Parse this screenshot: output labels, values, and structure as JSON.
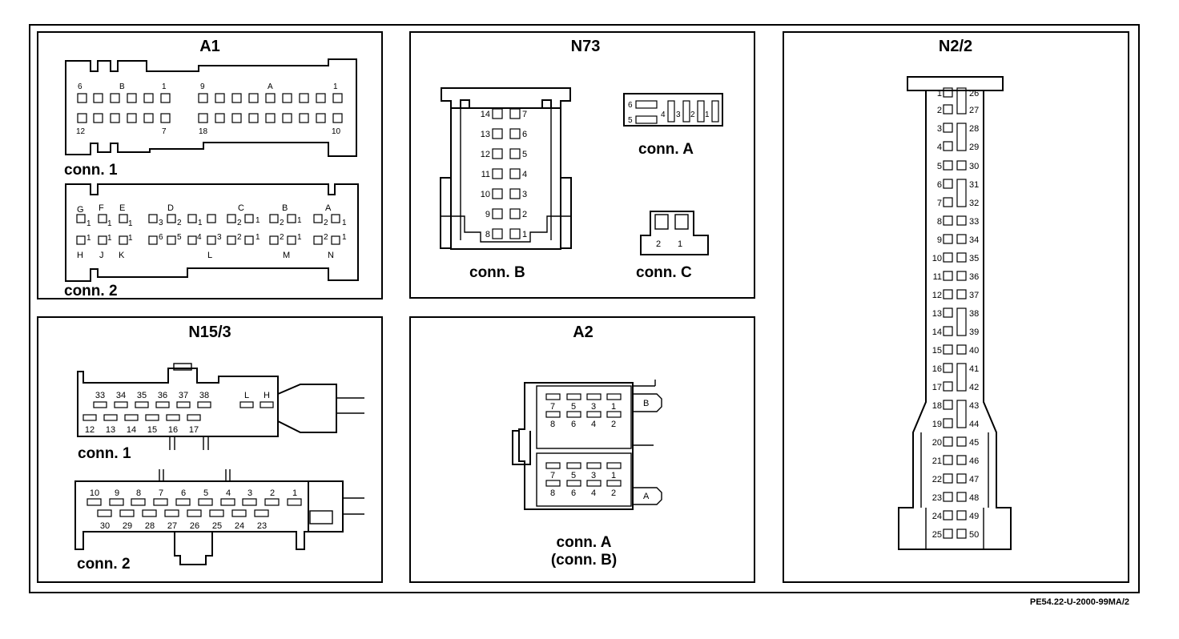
{
  "reference": "PE54.22-U-2000-99MA/2",
  "panels": {
    "a1": {
      "title": "A1",
      "conn1": "conn. 1",
      "conn2": "conn. 2",
      "c1_top": [
        "6",
        "B",
        "1",
        "9",
        "A",
        "1"
      ],
      "c1_bot": [
        "12",
        "7",
        "18",
        "10"
      ],
      "c2_top": [
        "G",
        "F",
        "E",
        "D",
        "C",
        "B",
        "A"
      ],
      "c2_bot": [
        "H",
        "J",
        "K",
        "L",
        "M",
        "N"
      ]
    },
    "n73": {
      "title": "N73",
      "connA": "conn. A",
      "connB": "conn. B",
      "connC": "conn. C",
      "b_left": [
        "14",
        "13",
        "12",
        "11",
        "10",
        "9",
        "8"
      ],
      "b_right": [
        "7",
        "6",
        "5",
        "4",
        "3",
        "2",
        "1"
      ],
      "a_pins": [
        "6",
        "5",
        "4",
        "3",
        "2",
        "1"
      ],
      "c_pins": [
        "2",
        "1"
      ]
    },
    "n2": {
      "title": "N2/2",
      "left": [
        "1",
        "2",
        "3",
        "4",
        "5",
        "6",
        "7",
        "8",
        "9",
        "10",
        "11",
        "12",
        "13",
        "14",
        "15",
        "16",
        "17",
        "18",
        "19",
        "20",
        "21",
        "22",
        "23",
        "24",
        "25"
      ],
      "right": [
        "26",
        "27",
        "28",
        "29",
        "30",
        "31",
        "32",
        "33",
        "34",
        "35",
        "36",
        "37",
        "38",
        "39",
        "40",
        "41",
        "42",
        "43",
        "44",
        "45",
        "46",
        "47",
        "48",
        "49",
        "50"
      ]
    },
    "n15": {
      "title": "N15/3",
      "conn1": "conn. 1",
      "conn2": "conn. 2",
      "c1_top": [
        "33",
        "34",
        "35",
        "36",
        "37",
        "38"
      ],
      "c1_lh": [
        "L",
        "H"
      ],
      "c1_bot": [
        "12",
        "13",
        "14",
        "15",
        "16",
        "17"
      ],
      "c2_top": [
        "10",
        "9",
        "8",
        "7",
        "6",
        "5",
        "4",
        "3",
        "2",
        "1"
      ],
      "c2_bot": [
        "30",
        "29",
        "28",
        "27",
        "26",
        "25",
        "24",
        "23"
      ]
    },
    "a2": {
      "title": "A2",
      "cap1": "conn. A",
      "cap2": "(conn. B)",
      "b_top": [
        "7",
        "5",
        "3",
        "1"
      ],
      "b_bot": [
        "8",
        "6",
        "4",
        "2"
      ],
      "a_top": [
        "7",
        "5",
        "3",
        "1"
      ],
      "a_bot": [
        "8",
        "6",
        "4",
        "2"
      ],
      "tagB": "B",
      "tagA": "A"
    }
  }
}
